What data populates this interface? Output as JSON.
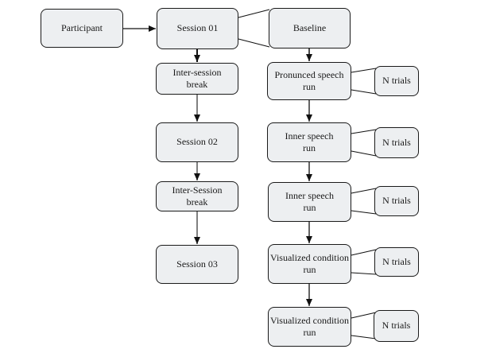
{
  "figure": {
    "nodes": {
      "participant": "Participant",
      "session_01": "Session 01",
      "inter_session_break_1": "Inter-session\nbreak",
      "session_02": "Session 02",
      "inter_session_break_2": "Inter-Session\nbreak",
      "session_03": "Session 03",
      "baseline": "Baseline",
      "pronunced_speech_run": "Pronunced speech\nrun",
      "inner_speech_run_1": "Inner speech\nrun",
      "inner_speech_run_2": "Inner speech\nrun",
      "visualized_condition_run_1": "Visualized condition\nrun",
      "visualized_condition_run_2": "Visualized condition\nrun",
      "n_trials_1": "N trials",
      "n_trials_2": "N trials",
      "n_trials_3": "N trials",
      "n_trials_4": "N trials",
      "n_trials_5": "N trials"
    },
    "colors": {
      "node_fill": "#edeff1",
      "node_border": "#1a1a1a",
      "text": "#1a1a1a",
      "connector_black": "#111111",
      "connector_gray": "#808080",
      "background": "#ffffff"
    }
  }
}
